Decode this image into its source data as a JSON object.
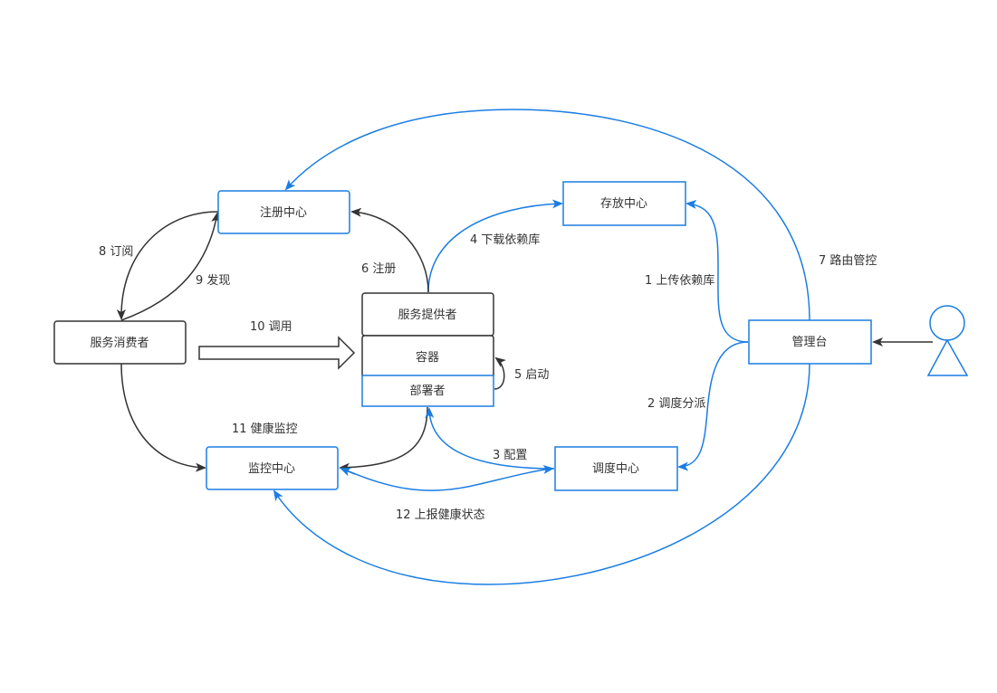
{
  "colors": {
    "blue": "#1a7de3",
    "dark": "#333333",
    "background": "#ffffff"
  },
  "nodes": {
    "registry": "注册中心",
    "storage": "存放中心",
    "consumer": "服务消费者",
    "provider": "服务提供者",
    "container": "容器",
    "deployer": "部署者",
    "monitor": "监控中心",
    "scheduler": "调度中心",
    "admin": "管理台"
  },
  "edges": {
    "e1": "1 上传依赖库",
    "e2": "2 调度分派",
    "e3": "3 配置",
    "e4": "4 下载依赖库",
    "e5": "5 启动",
    "e6": "6 注册",
    "e7": "7 路由管控",
    "e8": "8 订阅",
    "e9": "9 发现",
    "e10": "10 调用",
    "e11": "11 健康监控",
    "e12": "12 上报健康状态"
  },
  "actor": {
    "icon": "user-actor-icon"
  }
}
